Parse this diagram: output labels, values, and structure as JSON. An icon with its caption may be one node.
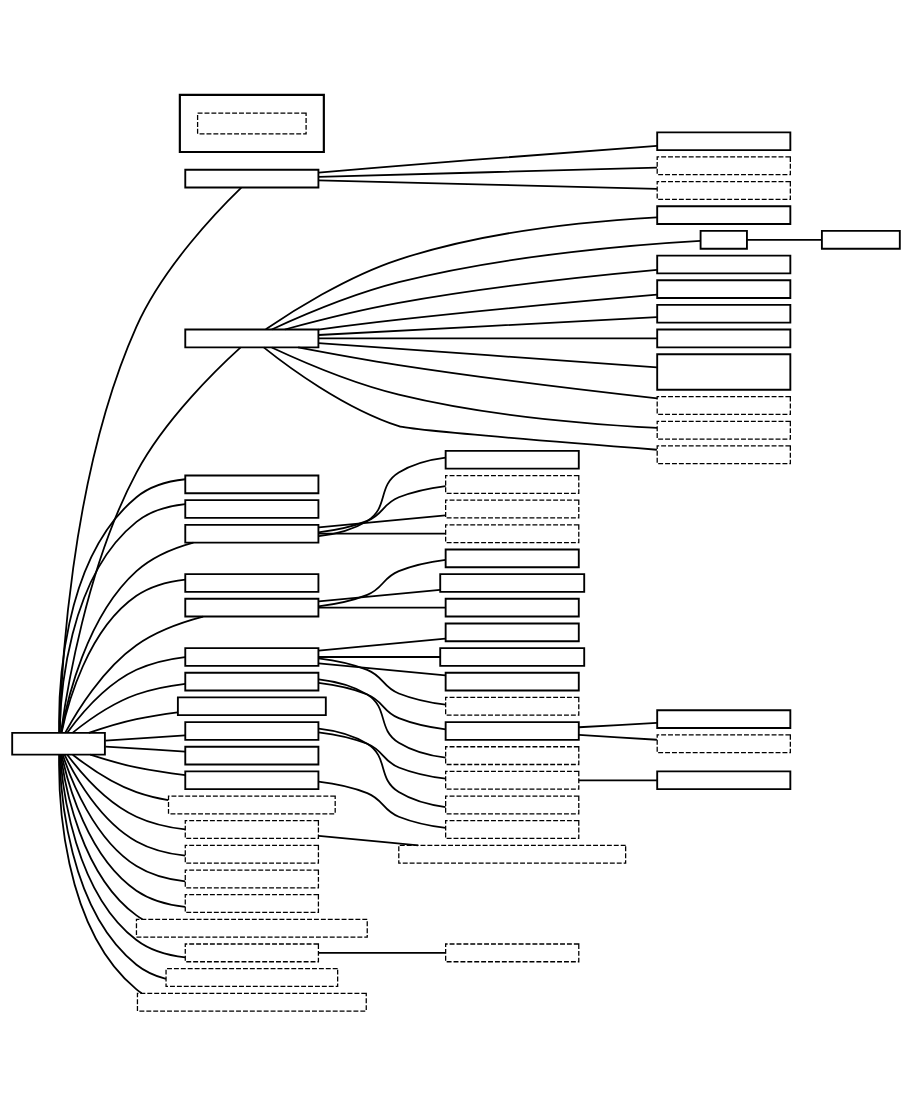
{
  "diagram": {
    "nodes": [
      {
        "text": [],
        "shape": "box"
      },
      {
        "text": [],
        "shape": "box"
      },
      {
        "text": [],
        "shape": "box"
      },
      {
        "text": [],
        "shape": "box"
      },
      {
        "text": [],
        "shape": "box"
      },
      {
        "text": [],
        "shape": "box"
      },
      {
        "text": [],
        "shape": "box"
      },
      {
        "text": [],
        "shape": "box"
      },
      {
        "text": [],
        "shape": "box"
      },
      {
        "text": [],
        "shape": "box"
      },
      {
        "text": [],
        "shape": "box"
      },
      {
        "text": [],
        "shape": "box"
      },
      {
        "text": [],
        "shape": "box"
      },
      {
        "text": [],
        "shape": "box"
      },
      {
        "text": [],
        "shape": "box"
      },
      {
        "text": [],
        "shape": "box"
      },
      {
        "text": [],
        "shape": "box"
      },
      {
        "text": [],
        "shape": "box"
      },
      {
        "text": [],
        "shape": "box"
      },
      {
        "text": [],
        "shape": "box"
      },
      {
        "text": [],
        "shape": "box"
      },
      {
        "text": [],
        "shape": "box"
      },
      {
        "text": [],
        "shape": "box"
      },
      {
        "text": [],
        "shape": "box"
      },
      {
        "text": [],
        "shape": "box"
      },
      {
        "text": [],
        "shape": "box"
      },
      {
        "text": [],
        "shape": "box"
      },
      {
        "text": [],
        "shape": "box"
      },
      {
        "text": [],
        "shape": "box"
      },
      {
        "text": [],
        "shape": "box"
      },
      {
        "text": [],
        "shape": "box"
      },
      {
        "text": [],
        "shape": "box"
      },
      {
        "text": [],
        "shape": "box"
      },
      {
        "text": [],
        "shape": "box"
      },
      {
        "text": [],
        "shape": "box"
      },
      {
        "text": [],
        "shape": "box"
      },
      {
        "text": [],
        "shape": "box"
      },
      {
        "text": [],
        "shape": "box"
      },
      {
        "text": [],
        "shape": "box"
      },
      {
        "text": [],
        "shape": "box"
      },
      {
        "text": [],
        "shape": "box"
      },
      {
        "text": [],
        "shape": "box"
      },
      {
        "text": [],
        "shape": "box"
      },
      {
        "text": [],
        "shape": "box"
      },
      {
        "text": [],
        "shape": "box"
      },
      {
        "text": [],
        "shape": "box"
      },
      {
        "text": [],
        "shape": "box"
      },
      {
        "text": [],
        "shape": "box"
      },
      {
        "text": [],
        "shape": "box"
      },
      {
        "text": [],
        "shape": "box"
      },
      {
        "text": [],
        "shape": "box"
      },
      {
        "text": [],
        "shape": "box"
      },
      {
        "text": [],
        "shape": "box"
      },
      {
        "text": [],
        "shape": "box"
      },
      {
        "text": [],
        "shape": "box"
      },
      {
        "text": [],
        "shape": "box"
      },
      {
        "text": [],
        "shape": "box"
      },
      {
        "text": [],
        "shape": "box"
      },
      {
        "text": [],
        "shape": "box"
      },
      {
        "text": [],
        "shape": "box",
        "in": 58
      }
    ],
    "edges": [
      {
        "from": 0,
        "to": 1,
        "arrow": "none"
      },
      {
        "from": 1,
        "to": 2,
        "arrow": "none"
      },
      {
        "from": 1,
        "to": 3,
        "arrow": "none"
      },
      {
        "from": 1,
        "to": 4,
        "arrow": "none"
      },
      {
        "from": 0,
        "to": 5,
        "arrow": "none"
      },
      {
        "from": 5,
        "to": 6,
        "arrow": "none"
      },
      {
        "from": 5,
        "to": 7,
        "arrow": "none"
      },
      {
        "from": 7,
        "to": 8,
        "arrow": "none"
      },
      {
        "from": 5,
        "to": 9,
        "arrow": "none"
      },
      {
        "from": 5,
        "to": 10,
        "arrow": "none"
      },
      {
        "from": 5,
        "to": 11,
        "arrow": "none"
      },
      {
        "from": 5,
        "to": 12,
        "arrow": "none"
      },
      {
        "from": 5,
        "to": 13,
        "arrow": "none"
      },
      {
        "from": 5,
        "to": 14,
        "arrow": "none"
      },
      {
        "from": 5,
        "to": 15,
        "arrow": "none"
      },
      {
        "from": 5,
        "to": 16,
        "arrow": "none"
      },
      {
        "from": 0,
        "to": 17,
        "arrow": "none"
      },
      {
        "from": 0,
        "to": 18,
        "arrow": "none"
      },
      {
        "from": 0,
        "to": 19,
        "arrow": "none"
      },
      {
        "from": 19,
        "to": 20,
        "arrow": "none"
      },
      {
        "from": 19,
        "to": 21,
        "arrow": "none"
      },
      {
        "from": 19,
        "to": 22,
        "arrow": "none"
      },
      {
        "from": 19,
        "to": 23,
        "arrow": "none"
      },
      {
        "from": 0,
        "to": 24,
        "arrow": "none"
      },
      {
        "from": 0,
        "to": 25,
        "arrow": "none"
      },
      {
        "from": 25,
        "to": 26,
        "arrow": "none"
      },
      {
        "from": 25,
        "to": 27,
        "arrow": "none"
      },
      {
        "from": 25,
        "to": 28,
        "arrow": "none"
      },
      {
        "from": 0,
        "to": 29,
        "arrow": "none"
      },
      {
        "from": 29,
        "to": 30,
        "arrow": "none"
      },
      {
        "from": 29,
        "to": 31,
        "arrow": "none"
      },
      {
        "from": 29,
        "to": 32,
        "arrow": "none"
      },
      {
        "from": 29,
        "to": 33,
        "arrow": "none"
      },
      {
        "from": 0,
        "to": 34,
        "arrow": "none"
      },
      {
        "from": 34,
        "to": 35,
        "arrow": "none"
      },
      {
        "from": 35,
        "to": 36,
        "arrow": "none"
      },
      {
        "from": 35,
        "to": 37,
        "arrow": "none"
      },
      {
        "from": 34,
        "to": 38,
        "arrow": "none"
      },
      {
        "from": 0,
        "to": 39,
        "arrow": "none"
      },
      {
        "from": 0,
        "to": 40,
        "arrow": "none"
      },
      {
        "from": 40,
        "to": 41,
        "arrow": "none"
      },
      {
        "from": 41,
        "to": 42,
        "arrow": "none"
      },
      {
        "from": 40,
        "to": 43,
        "arrow": "none"
      },
      {
        "from": 0,
        "to": 44,
        "arrow": "none"
      },
      {
        "from": 0,
        "to": 45,
        "arrow": "none"
      },
      {
        "from": 45,
        "to": 46,
        "arrow": "none"
      },
      {
        "from": 0,
        "to": 47,
        "arrow": "none"
      },
      {
        "from": 0,
        "to": 48,
        "arrow": "none"
      },
      {
        "from": 48,
        "to": 49,
        "arrow": "none"
      },
      {
        "from": 0,
        "to": 50,
        "arrow": "none"
      },
      {
        "from": 0,
        "to": 51,
        "arrow": "none"
      },
      {
        "from": 0,
        "to": 52,
        "arrow": "none"
      },
      {
        "from": 0,
        "to": 53,
        "arrow": "none"
      },
      {
        "from": 0,
        "to": 54,
        "arrow": "none"
      },
      {
        "from": 54,
        "to": 55,
        "arrow": "none"
      },
      {
        "from": 0,
        "to": 56,
        "arrow": "none"
      },
      {
        "from": 0,
        "to": 57,
        "arrow": "none"
      }
    ]
  }
}
